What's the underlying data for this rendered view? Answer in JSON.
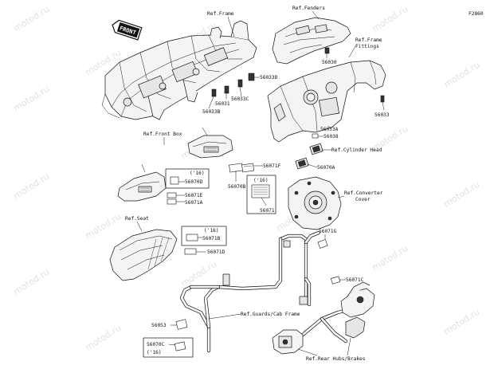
{
  "diagram_code": "F2860",
  "front_marker": "FRONT",
  "watermark": "motod.ru",
  "refs": {
    "frame": "Ref.Frame",
    "fenders": "Ref.Fenders",
    "frame_fittings_1": "Ref.Frame",
    "frame_fittings_2": "Fittings",
    "front_box": "Ref.Front Box",
    "cylinder_head": "Ref.Cylinder Head",
    "converter_cover_1": "Ref.Converter",
    "converter_cover_2": "Cover",
    "seat": "Ref.Seat",
    "guards_cab_frame": "Ref.Guards/Cab Frame",
    "rear_hubs_brakes": "Ref.Rear Hubs/Brakes"
  },
  "parts": {
    "p56030": "56030",
    "p56033D": "56033D",
    "p56031": "56031",
    "p56033C": "56033C",
    "p56033B": "56033B",
    "p56033": "56033",
    "p56033A": "56033A",
    "p56038": "56038",
    "p56070A": "56070A",
    "p56071F": "56071F",
    "p56070B": "56070B",
    "p56070D": "56070D",
    "p56071E": "56071E",
    "p56071A": "56071A",
    "p56071": "56071",
    "p56071B": "56071B",
    "p56071D": "56071D",
    "p56071G": "56071G",
    "p56071C": "56071C",
    "p56053": "56053",
    "p56070C": "56070C"
  },
  "year_notes": {
    "n56070D": "('16)",
    "n56071": "('16)",
    "n56071B": "('16)",
    "n56070C": "('16)"
  }
}
